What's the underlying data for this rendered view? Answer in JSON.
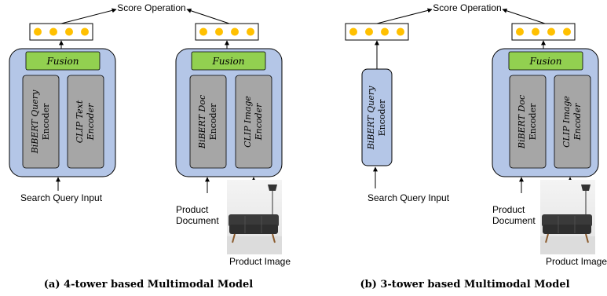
{
  "colors": {
    "tower_fill": "#b4c6e7",
    "encoder_fill": "#a6a6a6",
    "fusion_fill": "#92d050",
    "dot_fill": "#ffc000",
    "stroke": "#000000"
  },
  "left": {
    "score_label": "Score Operation",
    "query_tower": {
      "fusion": "Fusion",
      "encoder_a": [
        "BiBERT Query",
        "Encoder"
      ],
      "encoder_b": [
        "CLIP Text",
        "Encoder"
      ],
      "input": "Search Query Input"
    },
    "product_tower": {
      "fusion": "Fusion",
      "encoder_a": [
        "BiBERT Doc",
        "Encoder"
      ],
      "encoder_b": [
        "CLIP Image",
        "Encoder"
      ],
      "doc_input": [
        "Product",
        "Document"
      ],
      "image_input": "Product Image"
    },
    "caption": "(a) 4-tower based Multimodal Model"
  },
  "right": {
    "score_label": "Score Operation",
    "query_tower": {
      "encoder": [
        "BiBERT Query",
        "Encoder"
      ],
      "input": "Search Query Input"
    },
    "product_tower": {
      "fusion": "Fusion",
      "encoder_a": [
        "BiBERT Doc",
        "Encoder"
      ],
      "encoder_b": [
        "CLIP Image",
        "Encoder"
      ],
      "doc_input": [
        "Product",
        "Document"
      ],
      "image_input": "Product Image"
    },
    "caption": "(b) 3-tower based Multimodal Model"
  },
  "icons": [
    "sofa-image"
  ]
}
